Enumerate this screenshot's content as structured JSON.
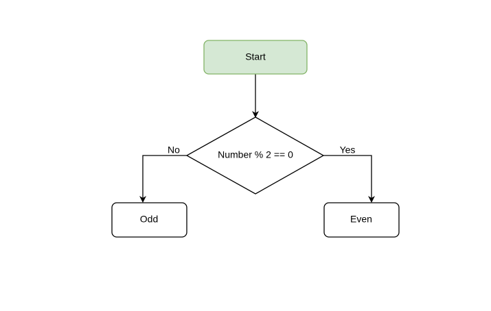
{
  "nodes": {
    "start": {
      "label": "Start",
      "shape": "rounded-rectangle",
      "fill": "#d5e8d4",
      "stroke": "#82b366"
    },
    "decision": {
      "label": "Number % 2 == 0",
      "shape": "diamond",
      "fill": "#ffffff",
      "stroke": "#000000"
    },
    "odd": {
      "label": "Odd",
      "shape": "rounded-rectangle",
      "fill": "#ffffff",
      "stroke": "#000000"
    },
    "even": {
      "label": "Even",
      "shape": "rounded-rectangle",
      "fill": "#ffffff",
      "stroke": "#000000"
    }
  },
  "edges": {
    "start_to_decision": {
      "from": "Start",
      "to": "Number % 2 == 0",
      "label": ""
    },
    "decision_to_odd": {
      "from": "Number % 2 == 0",
      "to": "Odd",
      "label": "No"
    },
    "decision_to_even": {
      "from": "Number % 2 == 0",
      "to": "Even",
      "label": "Yes"
    }
  },
  "colors": {
    "line": "#000000",
    "background": "#ffffff"
  }
}
